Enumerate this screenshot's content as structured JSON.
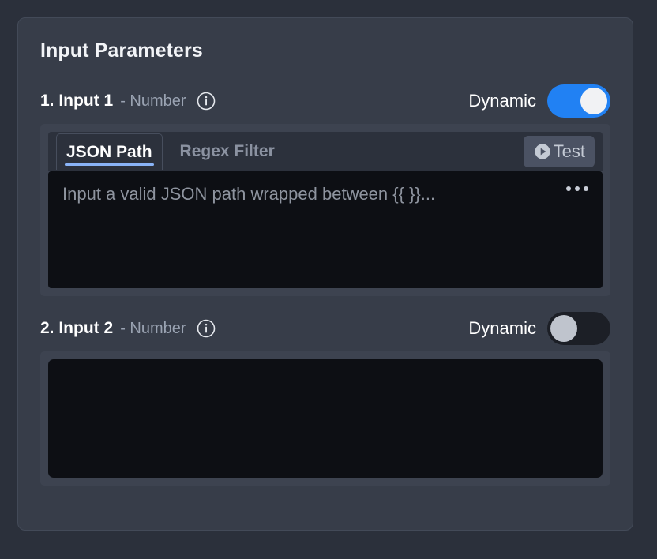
{
  "panel": {
    "title": "Input Parameters"
  },
  "theme": {
    "page_bg": "#2b303b",
    "card_bg": "#373d49",
    "section_bg": "#3d4350",
    "tabbar_bg": "#2c313c",
    "editor_bg": "#0d0f14",
    "toggle_on": "#2181f3",
    "toggle_off": "#1c1f26",
    "accent_underline": "#8ab4f8",
    "muted_text": "#9aa3b2",
    "test_button_bg": "#4b5263"
  },
  "parameters": [
    {
      "index_label": "1. Input 1",
      "type_label": "- Number",
      "info_icon": "info-circle-icon",
      "dynamic_label": "Dynamic",
      "dynamic_enabled": true,
      "tabs": [
        {
          "label": "JSON Path",
          "active": true
        },
        {
          "label": "Regex Filter",
          "active": false
        }
      ],
      "test_button_label": "Test",
      "test_button_icon": "play-circle-icon",
      "editor_placeholder": "Input a valid JSON path wrapped between {{ }}...",
      "editor_value": "",
      "more_icon": "more-horizontal-icon"
    },
    {
      "index_label": "2. Input 2",
      "type_label": "- Number",
      "info_icon": "info-circle-icon",
      "dynamic_label": "Dynamic",
      "dynamic_enabled": false,
      "editor_placeholder": "",
      "editor_value": ""
    }
  ]
}
